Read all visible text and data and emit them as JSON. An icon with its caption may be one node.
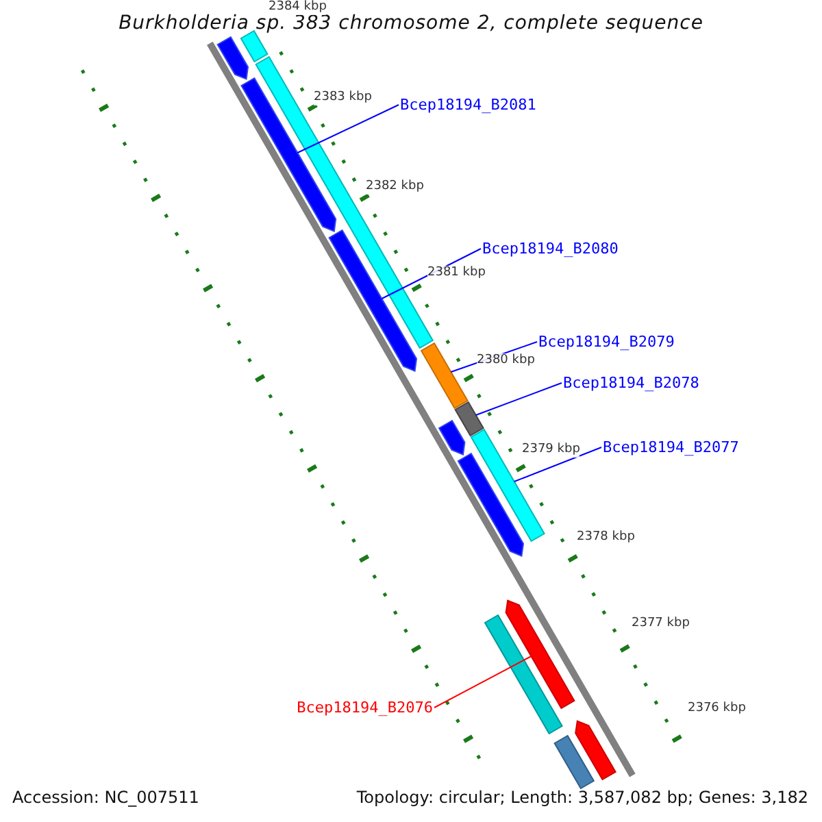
{
  "diagram": {
    "title": "Burkholderia sp. 383 chromosome 2, complete sequence",
    "nodes": [
      {
        "text": [
          "Bcep18194_B2081"
        ]
      },
      {
        "text": [
          "Bcep18194_B2080"
        ]
      },
      {
        "text": [
          "Bcep18194_B2079"
        ]
      },
      {
        "text": [
          "Bcep18194_B2078"
        ]
      },
      {
        "text": [
          "Bcep18194_B2077"
        ]
      },
      {
        "text": [
          "Bcep18194_B2076"
        ]
      },
      {
        "text": [],
        "shape": "bar"
      },
      {
        "text": [],
        "shape": "arrow"
      },
      {
        "text": [],
        "shape": "bar"
      },
      {
        "text": [],
        "shape": "arrow"
      },
      {
        "text": [],
        "shape": "arrow"
      },
      {
        "text": [],
        "shape": "bar"
      },
      {
        "text": [],
        "shape": "bar"
      },
      {
        "text": [],
        "shape": "arrow"
      },
      {
        "text": [],
        "shape": "bar"
      },
      {
        "text": [],
        "shape": "arrow"
      },
      {
        "text": [],
        "shape": "arrow"
      },
      {
        "text": [],
        "shape": "bar"
      },
      {
        "text": [],
        "shape": "arrow"
      },
      {
        "text": [],
        "shape": "bar"
      }
    ],
    "edges": [
      {
        "from": 0,
        "to": 9,
        "arrow": "none"
      },
      {
        "from": 1,
        "to": 10,
        "arrow": "none"
      },
      {
        "from": 2,
        "to": 11,
        "arrow": "none"
      },
      {
        "from": 3,
        "to": 12,
        "arrow": "none"
      },
      {
        "from": 4,
        "to": 14,
        "arrow": "none"
      },
      {
        "from": 5,
        "to": 16,
        "arrow": "none",
        "color": "#ff0000"
      }
    ],
    "labels": [
      "2384 kbp",
      "2383 kbp",
      "2382 kbp",
      "2381 kbp",
      "2380 kbp",
      "2379 kbp",
      "2378 kbp",
      "2377 kbp",
      "2376 kbp",
      "Accession: NC_007511",
      "Topology: circular; Length: 3,587,082 bp; Genes: 3,182"
    ]
  }
}
